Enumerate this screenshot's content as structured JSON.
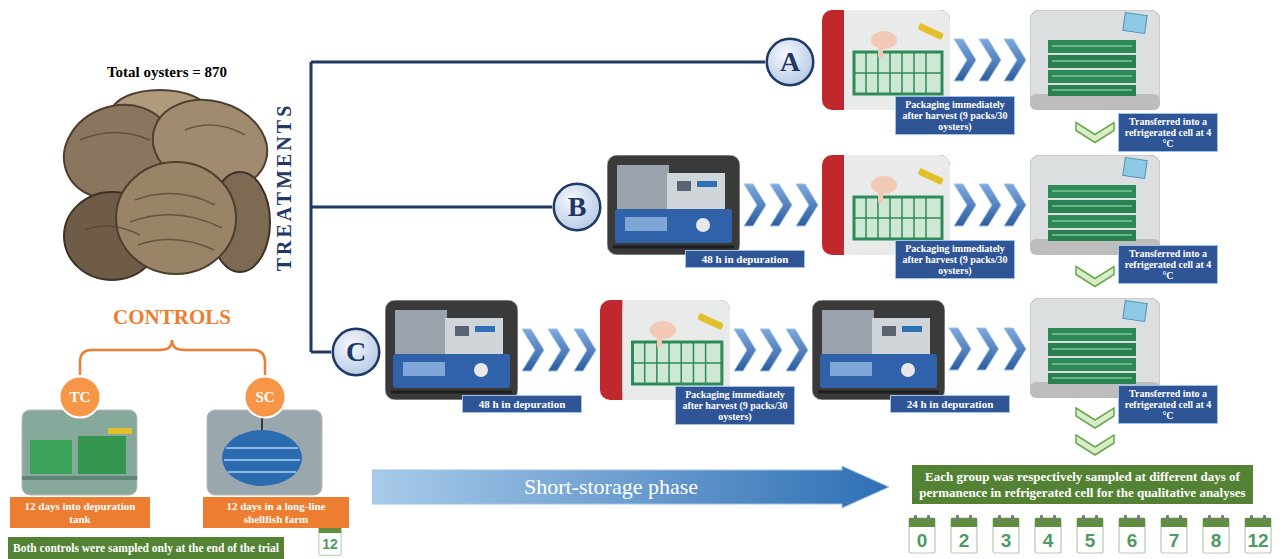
{
  "diagram": {
    "nodes": [
      {
        "text": [
          "A"
        ]
      },
      {
        "text": [
          "Packaging immediately after harvest (9 packs/30 oysters)"
        ]
      },
      {
        "text": [
          "Transferred into a refrigerated cell at 4 °C"
        ]
      },
      {
        "text": [
          "B"
        ]
      },
      {
        "text": [
          "48 h in depuration"
        ]
      },
      {
        "text": [
          "Packaging immediately after harvest (9 packs/30 oysters)"
        ]
      },
      {
        "text": [
          "Transferred into a refrigerated cell at 4 °C"
        ]
      },
      {
        "text": [
          "C"
        ]
      },
      {
        "text": [
          "48 h in depuration"
        ]
      },
      {
        "text": [
          "Packaging immediately after harvest (9 packs/30 oysters)"
        ]
      },
      {
        "text": [
          "24 h in depuration"
        ]
      },
      {
        "text": [
          "Transferred into a refrigerated cell at 4 °C"
        ]
      },
      {
        "text": [
          "TC"
        ]
      },
      {
        "text": [
          "SC"
        ]
      },
      {
        "text": [
          "12 days into depuration tank"
        ]
      },
      {
        "text": [
          "12 days in a long-line shellfish farm"
        ]
      },
      {
        "text": [
          "Both controls were sampled only at the end of the trial"
        ]
      },
      {
        "text": [
          "Short-storage phase"
        ]
      },
      {
        "text": [
          "Each group was respectively sampled at different days of permanence in refrigerated cell for the qualitative analyses"
        ]
      }
    ],
    "edges": [
      {
        "from": 1,
        "to": 2,
        "arrow": "to"
      },
      {
        "from": 4,
        "to": 5,
        "arrow": "to"
      },
      {
        "from": 5,
        "to": 6,
        "arrow": "to"
      },
      {
        "from": 8,
        "to": 9,
        "arrow": "to"
      },
      {
        "from": 9,
        "to": 10,
        "arrow": "to"
      },
      {
        "from": 10,
        "to": 11,
        "arrow": "to"
      },
      {
        "from": 2,
        "to": 6,
        "arrow": "to"
      },
      {
        "from": 6,
        "to": 11,
        "arrow": "to"
      },
      {
        "from": 11,
        "to": 18,
        "arrow": "to"
      }
    ],
    "labels": [
      "Total oysters = 870",
      "TREATMENTS",
      "CONTROLS",
      "12",
      "0",
      "2",
      "3",
      "4",
      "5",
      "6",
      "7",
      "8",
      "12"
    ]
  }
}
